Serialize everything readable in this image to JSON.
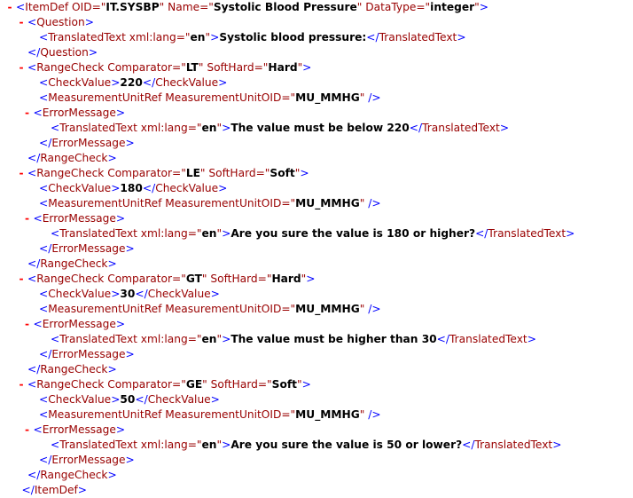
{
  "lines": [
    {
      "toggle": "-",
      "indent": 0,
      "parts": [
        {
          "t": "<",
          "c": "m"
        },
        {
          "t": "ItemDef",
          "c": "t"
        },
        {
          "t": " OID=\"",
          "c": "a"
        },
        {
          "t": "IT.SYSBP",
          "c": "v"
        },
        {
          "t": "\" Name=\"",
          "c": "a"
        },
        {
          "t": "Systolic Blood Pressure",
          "c": "v"
        },
        {
          "t": "\" DataType=\"",
          "c": "a"
        },
        {
          "t": "integer",
          "c": "v"
        },
        {
          "t": "\"",
          "c": "a"
        },
        {
          "t": ">",
          "c": "m"
        }
      ]
    },
    {
      "toggle": "-",
      "indent": 1,
      "parts": [
        {
          "t": "<",
          "c": "m"
        },
        {
          "t": "Question",
          "c": "t"
        },
        {
          "t": ">",
          "c": "m"
        }
      ]
    },
    {
      "toggle": "",
      "indent": 2,
      "parts": [
        {
          "t": "<",
          "c": "m"
        },
        {
          "t": "TranslatedText",
          "c": "t"
        },
        {
          "t": " xml:lang=\"",
          "c": "a"
        },
        {
          "t": "en",
          "c": "v"
        },
        {
          "t": "\"",
          "c": "a"
        },
        {
          "t": ">",
          "c": "m"
        },
        {
          "t": "Systolic blood pressure:",
          "c": "x"
        },
        {
          "t": "</",
          "c": "m"
        },
        {
          "t": "TranslatedText",
          "c": "t"
        },
        {
          "t": ">",
          "c": "m"
        }
      ]
    },
    {
      "toggle": "",
      "indent": 1,
      "parts": [
        {
          "t": "</",
          "c": "m"
        },
        {
          "t": "Question",
          "c": "t"
        },
        {
          "t": ">",
          "c": "m"
        }
      ]
    },
    {
      "toggle": "-",
      "indent": 1,
      "parts": [
        {
          "t": "<",
          "c": "m"
        },
        {
          "t": "RangeCheck",
          "c": "t"
        },
        {
          "t": " Comparator=\"",
          "c": "a"
        },
        {
          "t": "LT",
          "c": "v"
        },
        {
          "t": "\" SoftHard=\"",
          "c": "a"
        },
        {
          "t": "Hard",
          "c": "v"
        },
        {
          "t": "\"",
          "c": "a"
        },
        {
          "t": ">",
          "c": "m"
        }
      ]
    },
    {
      "toggle": "",
      "indent": 2,
      "parts": [
        {
          "t": "<",
          "c": "m"
        },
        {
          "t": "CheckValue",
          "c": "t"
        },
        {
          "t": ">",
          "c": "m"
        },
        {
          "t": "220",
          "c": "x"
        },
        {
          "t": "</",
          "c": "m"
        },
        {
          "t": "CheckValue",
          "c": "t"
        },
        {
          "t": ">",
          "c": "m"
        }
      ]
    },
    {
      "toggle": "",
      "indent": 2,
      "parts": [
        {
          "t": "<",
          "c": "m"
        },
        {
          "t": "MeasurementUnitRef",
          "c": "t"
        },
        {
          "t": " MeasurementUnitOID=\"",
          "c": "a"
        },
        {
          "t": "MU_MMHG",
          "c": "v"
        },
        {
          "t": "\"",
          "c": "a"
        },
        {
          "t": " />",
          "c": "m"
        }
      ]
    },
    {
      "toggle": "-",
      "indent": 1.5,
      "parts": [
        {
          "t": "<",
          "c": "m"
        },
        {
          "t": "ErrorMessage",
          "c": "t"
        },
        {
          "t": ">",
          "c": "m"
        }
      ]
    },
    {
      "toggle": "",
      "indent": 3,
      "parts": [
        {
          "t": "<",
          "c": "m"
        },
        {
          "t": "TranslatedText",
          "c": "t"
        },
        {
          "t": " xml:lang=\"",
          "c": "a"
        },
        {
          "t": "en",
          "c": "v"
        },
        {
          "t": "\"",
          "c": "a"
        },
        {
          "t": ">",
          "c": "m"
        },
        {
          "t": "The value must be below 220",
          "c": "x"
        },
        {
          "t": "</",
          "c": "m"
        },
        {
          "t": "TranslatedText",
          "c": "t"
        },
        {
          "t": ">",
          "c": "m"
        }
      ]
    },
    {
      "toggle": "",
      "indent": 2,
      "parts": [
        {
          "t": "</",
          "c": "m"
        },
        {
          "t": "ErrorMessage",
          "c": "t"
        },
        {
          "t": ">",
          "c": "m"
        }
      ]
    },
    {
      "toggle": "",
      "indent": 1,
      "parts": [
        {
          "t": "</",
          "c": "m"
        },
        {
          "t": "RangeCheck",
          "c": "t"
        },
        {
          "t": ">",
          "c": "m"
        }
      ]
    },
    {
      "toggle": "-",
      "indent": 1,
      "parts": [
        {
          "t": "<",
          "c": "m"
        },
        {
          "t": "RangeCheck",
          "c": "t"
        },
        {
          "t": " Comparator=\"",
          "c": "a"
        },
        {
          "t": "LE",
          "c": "v"
        },
        {
          "t": "\" SoftHard=\"",
          "c": "a"
        },
        {
          "t": "Soft",
          "c": "v"
        },
        {
          "t": "\"",
          "c": "a"
        },
        {
          "t": ">",
          "c": "m"
        }
      ]
    },
    {
      "toggle": "",
      "indent": 2,
      "parts": [
        {
          "t": "<",
          "c": "m"
        },
        {
          "t": "CheckValue",
          "c": "t"
        },
        {
          "t": ">",
          "c": "m"
        },
        {
          "t": "180",
          "c": "x"
        },
        {
          "t": "</",
          "c": "m"
        },
        {
          "t": "CheckValue",
          "c": "t"
        },
        {
          "t": ">",
          "c": "m"
        }
      ]
    },
    {
      "toggle": "",
      "indent": 2,
      "parts": [
        {
          "t": "<",
          "c": "m"
        },
        {
          "t": "MeasurementUnitRef",
          "c": "t"
        },
        {
          "t": " MeasurementUnitOID=\"",
          "c": "a"
        },
        {
          "t": "MU_MMHG",
          "c": "v"
        },
        {
          "t": "\"",
          "c": "a"
        },
        {
          "t": " />",
          "c": "m"
        }
      ]
    },
    {
      "toggle": "-",
      "indent": 1.5,
      "parts": [
        {
          "t": "<",
          "c": "m"
        },
        {
          "t": "ErrorMessage",
          "c": "t"
        },
        {
          "t": ">",
          "c": "m"
        }
      ]
    },
    {
      "toggle": "",
      "indent": 3,
      "parts": [
        {
          "t": "<",
          "c": "m"
        },
        {
          "t": "TranslatedText",
          "c": "t"
        },
        {
          "t": " xml:lang=\"",
          "c": "a"
        },
        {
          "t": "en",
          "c": "v"
        },
        {
          "t": "\"",
          "c": "a"
        },
        {
          "t": ">",
          "c": "m"
        },
        {
          "t": "Are you sure the value is 180 or higher?",
          "c": "x"
        },
        {
          "t": "</",
          "c": "m"
        },
        {
          "t": "TranslatedText",
          "c": "t"
        },
        {
          "t": ">",
          "c": "m"
        }
      ]
    },
    {
      "toggle": "",
      "indent": 2,
      "parts": [
        {
          "t": "</",
          "c": "m"
        },
        {
          "t": "ErrorMessage",
          "c": "t"
        },
        {
          "t": ">",
          "c": "m"
        }
      ]
    },
    {
      "toggle": "",
      "indent": 1,
      "parts": [
        {
          "t": "</",
          "c": "m"
        },
        {
          "t": "RangeCheck",
          "c": "t"
        },
        {
          "t": ">",
          "c": "m"
        }
      ]
    },
    {
      "toggle": "-",
      "indent": 1,
      "parts": [
        {
          "t": "<",
          "c": "m"
        },
        {
          "t": "RangeCheck",
          "c": "t"
        },
        {
          "t": " Comparator=\"",
          "c": "a"
        },
        {
          "t": "GT",
          "c": "v"
        },
        {
          "t": "\" SoftHard=\"",
          "c": "a"
        },
        {
          "t": "Hard",
          "c": "v"
        },
        {
          "t": "\"",
          "c": "a"
        },
        {
          "t": ">",
          "c": "m"
        }
      ]
    },
    {
      "toggle": "",
      "indent": 2,
      "parts": [
        {
          "t": "<",
          "c": "m"
        },
        {
          "t": "CheckValue",
          "c": "t"
        },
        {
          "t": ">",
          "c": "m"
        },
        {
          "t": "30",
          "c": "x"
        },
        {
          "t": "</",
          "c": "m"
        },
        {
          "t": "CheckValue",
          "c": "t"
        },
        {
          "t": ">",
          "c": "m"
        }
      ]
    },
    {
      "toggle": "",
      "indent": 2,
      "parts": [
        {
          "t": "<",
          "c": "m"
        },
        {
          "t": "MeasurementUnitRef",
          "c": "t"
        },
        {
          "t": " MeasurementUnitOID=\"",
          "c": "a"
        },
        {
          "t": "MU_MMHG",
          "c": "v"
        },
        {
          "t": "\"",
          "c": "a"
        },
        {
          "t": " />",
          "c": "m"
        }
      ]
    },
    {
      "toggle": "-",
      "indent": 1.5,
      "parts": [
        {
          "t": "<",
          "c": "m"
        },
        {
          "t": "ErrorMessage",
          "c": "t"
        },
        {
          "t": ">",
          "c": "m"
        }
      ]
    },
    {
      "toggle": "",
      "indent": 3,
      "parts": [
        {
          "t": "<",
          "c": "m"
        },
        {
          "t": "TranslatedText",
          "c": "t"
        },
        {
          "t": " xml:lang=\"",
          "c": "a"
        },
        {
          "t": "en",
          "c": "v"
        },
        {
          "t": "\"",
          "c": "a"
        },
        {
          "t": ">",
          "c": "m"
        },
        {
          "t": "The value must be higher than 30",
          "c": "x"
        },
        {
          "t": "</",
          "c": "m"
        },
        {
          "t": "TranslatedText",
          "c": "t"
        },
        {
          "t": ">",
          "c": "m"
        }
      ]
    },
    {
      "toggle": "",
      "indent": 2,
      "parts": [
        {
          "t": "</",
          "c": "m"
        },
        {
          "t": "ErrorMessage",
          "c": "t"
        },
        {
          "t": ">",
          "c": "m"
        }
      ]
    },
    {
      "toggle": "",
      "indent": 1,
      "parts": [
        {
          "t": "</",
          "c": "m"
        },
        {
          "t": "RangeCheck",
          "c": "t"
        },
        {
          "t": ">",
          "c": "m"
        }
      ]
    },
    {
      "toggle": "-",
      "indent": 1,
      "parts": [
        {
          "t": "<",
          "c": "m"
        },
        {
          "t": "RangeCheck",
          "c": "t"
        },
        {
          "t": " Comparator=\"",
          "c": "a"
        },
        {
          "t": "GE",
          "c": "v"
        },
        {
          "t": "\" SoftHard=\"",
          "c": "a"
        },
        {
          "t": "Soft",
          "c": "v"
        },
        {
          "t": "\"",
          "c": "a"
        },
        {
          "t": ">",
          "c": "m"
        }
      ]
    },
    {
      "toggle": "",
      "indent": 2,
      "parts": [
        {
          "t": "<",
          "c": "m"
        },
        {
          "t": "CheckValue",
          "c": "t"
        },
        {
          "t": ">",
          "c": "m"
        },
        {
          "t": "50",
          "c": "x"
        },
        {
          "t": "</",
          "c": "m"
        },
        {
          "t": "CheckValue",
          "c": "t"
        },
        {
          "t": ">",
          "c": "m"
        }
      ]
    },
    {
      "toggle": "",
      "indent": 2,
      "parts": [
        {
          "t": "<",
          "c": "m"
        },
        {
          "t": "MeasurementUnitRef",
          "c": "t"
        },
        {
          "t": " MeasurementUnitOID=\"",
          "c": "a"
        },
        {
          "t": "MU_MMHG",
          "c": "v"
        },
        {
          "t": "\"",
          "c": "a"
        },
        {
          "t": " />",
          "c": "m"
        }
      ]
    },
    {
      "toggle": "-",
      "indent": 1.5,
      "parts": [
        {
          "t": "<",
          "c": "m"
        },
        {
          "t": "ErrorMessage",
          "c": "t"
        },
        {
          "t": ">",
          "c": "m"
        }
      ]
    },
    {
      "toggle": "",
      "indent": 3,
      "parts": [
        {
          "t": "<",
          "c": "m"
        },
        {
          "t": "TranslatedText",
          "c": "t"
        },
        {
          "t": " xml:lang=\"",
          "c": "a"
        },
        {
          "t": "en",
          "c": "v"
        },
        {
          "t": "\"",
          "c": "a"
        },
        {
          "t": ">",
          "c": "m"
        },
        {
          "t": "Are you sure the value is 50 or lower?",
          "c": "x"
        },
        {
          "t": "</",
          "c": "m"
        },
        {
          "t": "TranslatedText",
          "c": "t"
        },
        {
          "t": ">",
          "c": "m"
        }
      ]
    },
    {
      "toggle": "",
      "indent": 2,
      "parts": [
        {
          "t": "</",
          "c": "m"
        },
        {
          "t": "ErrorMessage",
          "c": "t"
        },
        {
          "t": ">",
          "c": "m"
        }
      ]
    },
    {
      "toggle": "",
      "indent": 1,
      "parts": [
        {
          "t": "</",
          "c": "m"
        },
        {
          "t": "RangeCheck",
          "c": "t"
        },
        {
          "t": ">",
          "c": "m"
        }
      ]
    },
    {
      "toggle": "",
      "indent": 0.5,
      "parts": [
        {
          "t": "</",
          "c": "m"
        },
        {
          "t": "ItemDef",
          "c": "t"
        },
        {
          "t": ">",
          "c": "m"
        }
      ]
    }
  ],
  "colors": {
    "markup": "#0000ff",
    "tag": "#990000",
    "attr": "#990000",
    "value": "#000000",
    "toggle": "#ff0000"
  }
}
